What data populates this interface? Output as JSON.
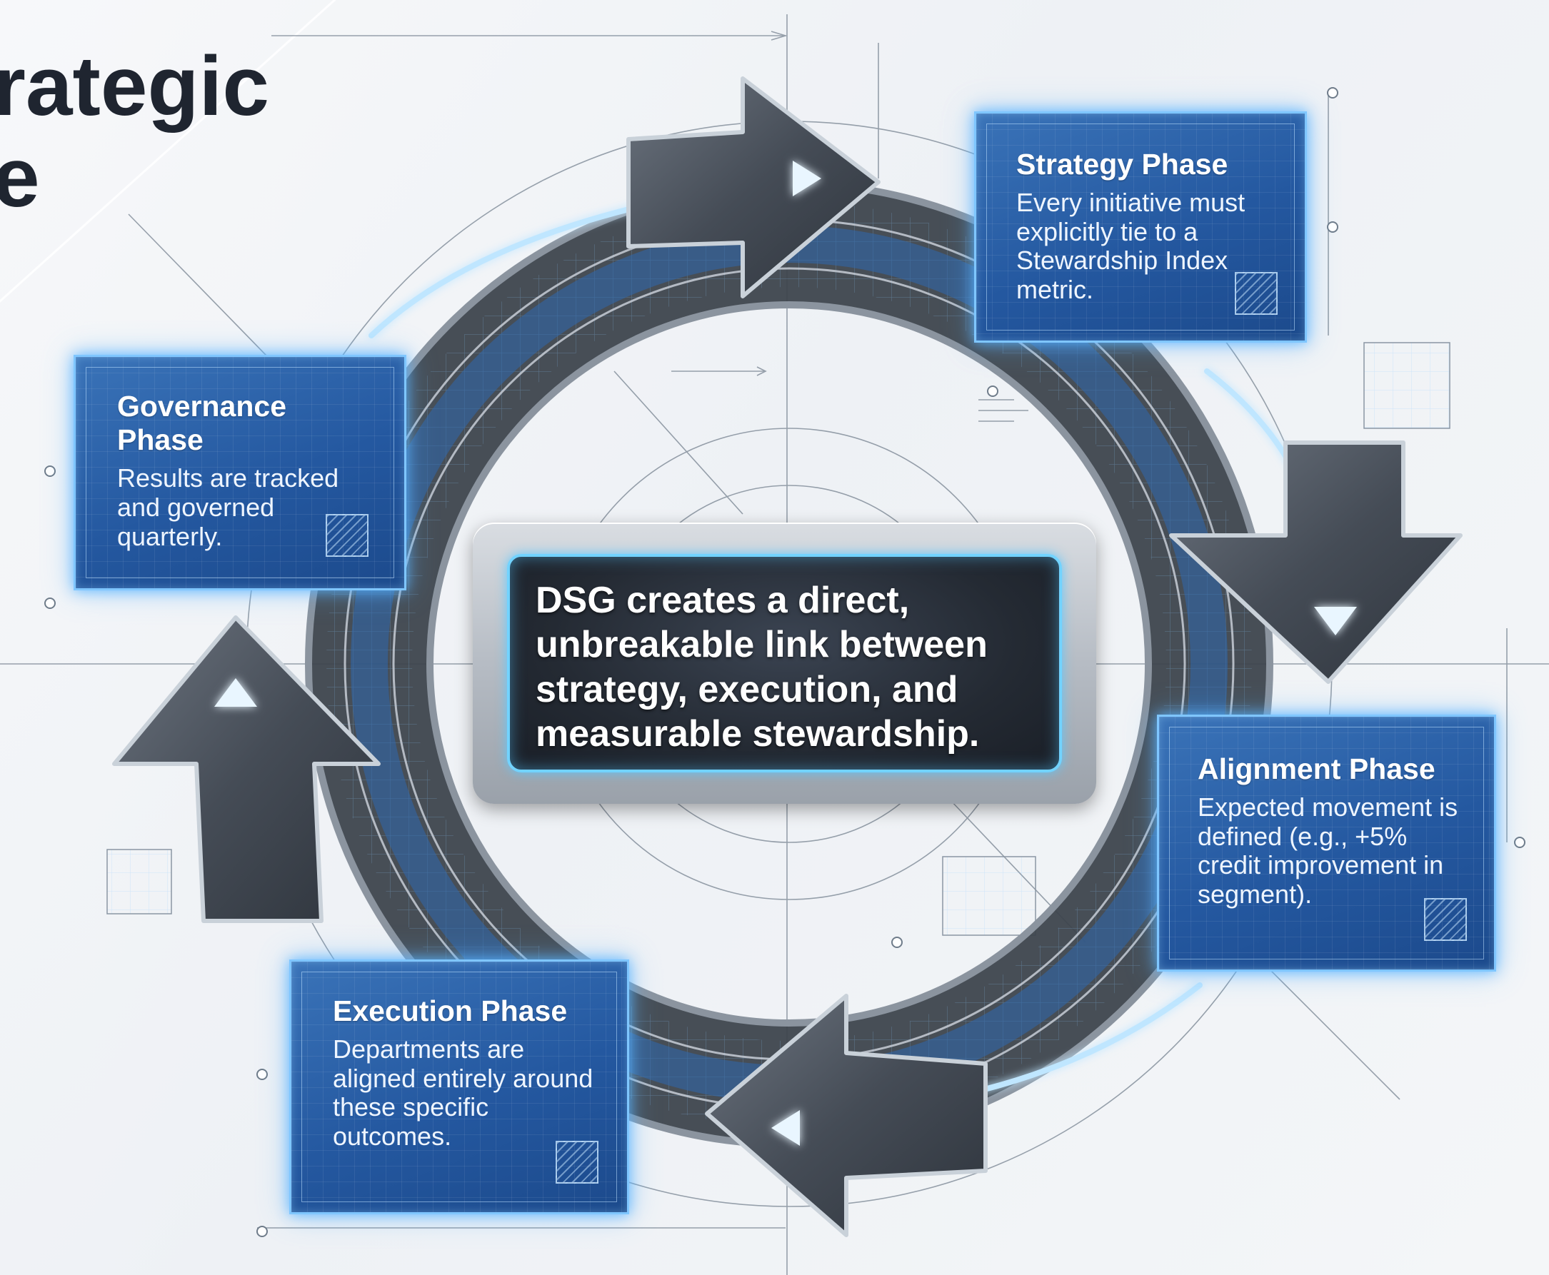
{
  "title": {
    "line1": "rategic",
    "line2": "e"
  },
  "center_message": "DSG creates a direct, unbreakable link between strategy, execution, and measurable stewardship.",
  "phases": {
    "strategy": {
      "title": "Strategy Phase",
      "description": "Every initiative must explicitly tie to a Stewardship Index metric."
    },
    "alignment": {
      "title": "Alignment Phase",
      "description": "Expected movement is defined (e.g., +5% credit improvement in segment)."
    },
    "execution": {
      "title": "Execution Phase",
      "description": "Departments are aligned entirely around these specific outcomes."
    },
    "governance": {
      "title": "Governance Phase",
      "description": "Results are tracked and governed quarterly."
    }
  },
  "colors": {
    "box_blue": "#2458a0",
    "glow": "#7fc6ff",
    "ring_steel": "#4a525d",
    "arrow_glow": "#bfe6ff",
    "title_text": "#1f2530"
  }
}
